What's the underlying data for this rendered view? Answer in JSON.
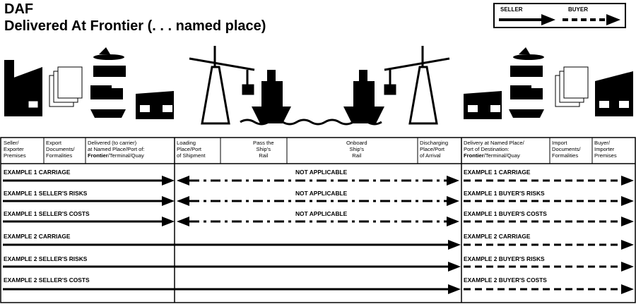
{
  "title": {
    "code": "DAF",
    "name": "Delivered At Frontier (. . . named place)"
  },
  "legend": {
    "seller": "SELLER",
    "buyer": "BUYER"
  },
  "columns": [
    {
      "lines": [
        "Seller/",
        "Exporter",
        "Premises"
      ]
    },
    {
      "lines": [
        "Export",
        "Documents/",
        "Formalities"
      ]
    },
    {
      "lines": [
        "Delivered (to carrier)",
        "at Named Place/Port of:"
      ],
      "bold_line": "Frontier",
      "rest_line": "/Terminal/Quay"
    },
    {
      "lines": [
        "Loading",
        "Place/Port",
        "of Shipment"
      ]
    },
    {
      "lines": [
        "Pass the",
        "Ship's",
        "Rail"
      ]
    },
    {
      "lines": []
    },
    {
      "lines": [
        "Onboard",
        "Ship's",
        "Rail"
      ]
    },
    {
      "lines": [
        "Discharging",
        "Place/Port",
        "of Arrival"
      ]
    },
    {
      "lines": [
        "Delivery at Named Place/",
        "Port of Destination:"
      ],
      "bold_line": "Frontier",
      "rest_line": "/Terminal/Quay"
    },
    {
      "lines": [
        "Import",
        "Documents/",
        "Formalities"
      ]
    },
    {
      "lines": [
        "Buyer/",
        "Importer",
        "Premises"
      ]
    }
  ],
  "rows": [
    {
      "left": "EXAMPLE 1 CARRIAGE",
      "middle": "NOT APPLICABLE",
      "right": "EXAMPLE 1 CARRIAGE"
    },
    {
      "left": "EXAMPLE 1 SELLER'S RISKS",
      "middle": "NOT APPLICABLE",
      "right": "EXAMPLE 1 BUYER'S RISKS"
    },
    {
      "left": "EXAMPLE 1 SELLER'S COSTS",
      "middle": "NOT APPLICABLE",
      "right": "EXAMPLE 1 BUYER'S COSTS"
    },
    {
      "left": "EXAMPLE 2 CARRIAGE",
      "middle": "",
      "right": "EXAMPLE 2 CARRIAGE"
    },
    {
      "left": "EXAMPLE 2 SELLER'S RISKS",
      "middle": "",
      "right": "EXAMPLE 2 BUYER'S RISKS"
    },
    {
      "left": "EXAMPLE 2 SELLER'S COSTS",
      "middle": "",
      "right": "EXAMPLE 2 BUYER'S COSTS"
    }
  ]
}
